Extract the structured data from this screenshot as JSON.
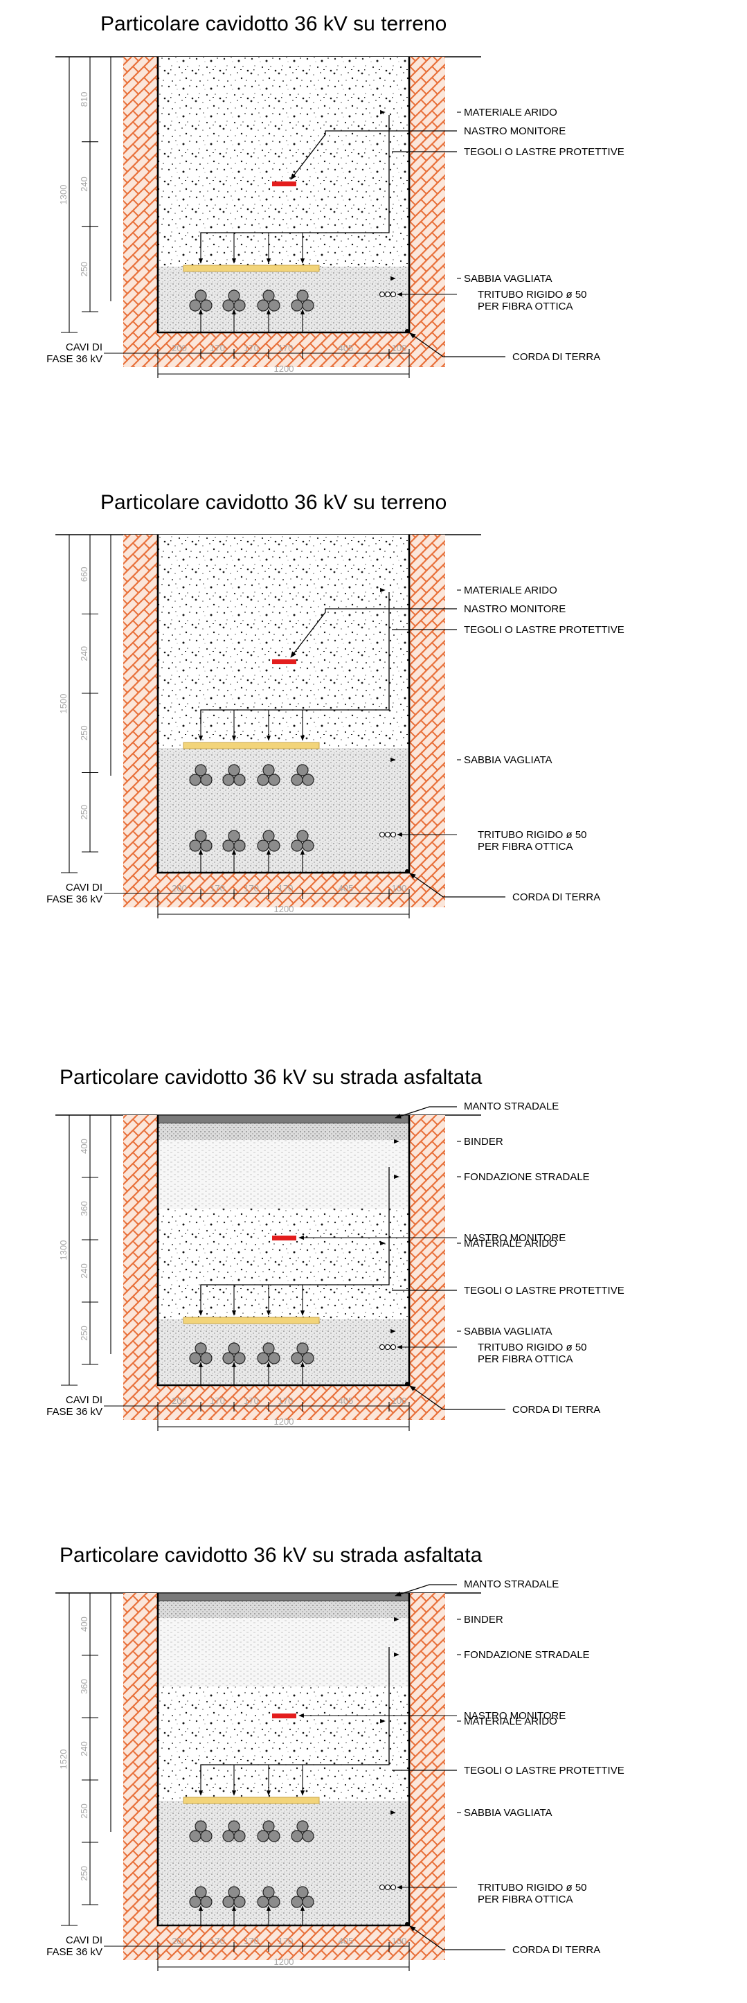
{
  "colors": {
    "soil_hatch": "#e8703a",
    "monitor_tape": "#e31d1d",
    "tiles": "#f2d47a",
    "dim_text": "#a8a8a8",
    "asphalt": "#7a7a7a"
  },
  "labels": {
    "materiale_arido": "MATERIALE ARIDO",
    "nastro_monitore": "NASTRO MONITORE",
    "tegoli": "TEGOLI O LASTRE PROTETTIVE",
    "sabbia": "SABBIA VAGLIATA",
    "tritubo_1": "TRITUBO RIGIDO ø 50",
    "tritubo_2": "PER FIBRA OTTICA",
    "corda": "CORDA DI TERRA",
    "cavi_1": "CAVI DI",
    "cavi_2": "FASE 36 kV",
    "manto": "MANTO STRADALE",
    "binder": "BINDER",
    "fondazione": "FONDAZIONE STRADALE"
  },
  "sections": [
    {
      "title": "Particolare cavidotto 36 kV su terreno",
      "road": false,
      "double_row": false,
      "depth_label": "1300",
      "inner_dims": [
        "810",
        "240",
        "250"
      ],
      "width_dims": [
        "200",
        "170",
        "170",
        "170",
        "405",
        "100"
      ],
      "total_width": "1200"
    },
    {
      "title": "Particolare cavidotto 36 kV su terreno",
      "road": false,
      "double_row": true,
      "depth_label": "1500",
      "inner_dims": [
        "660",
        "240",
        "250",
        "250"
      ],
      "width_dims": [
        "200",
        "170",
        "170",
        "170",
        "405",
        "100"
      ],
      "total_width": "1200"
    },
    {
      "title": "Particolare cavidotto 36 kV su strada asfaltata",
      "road": true,
      "double_row": false,
      "depth_label": "1300",
      "inner_dims": [
        "400",
        "360",
        "240",
        "250"
      ],
      "width_dims": [
        "200",
        "170",
        "170",
        "170",
        "405",
        "100"
      ],
      "total_width": "1200"
    },
    {
      "title": "Particolare cavidotto 36 kV su strada asfaltata",
      "road": true,
      "double_row": true,
      "depth_label": "1520",
      "inner_dims": [
        "400",
        "360",
        "240",
        "250",
        "250"
      ],
      "width_dims": [
        "200",
        "170",
        "170",
        "170",
        "405",
        "100"
      ],
      "total_width": "1200"
    }
  ]
}
